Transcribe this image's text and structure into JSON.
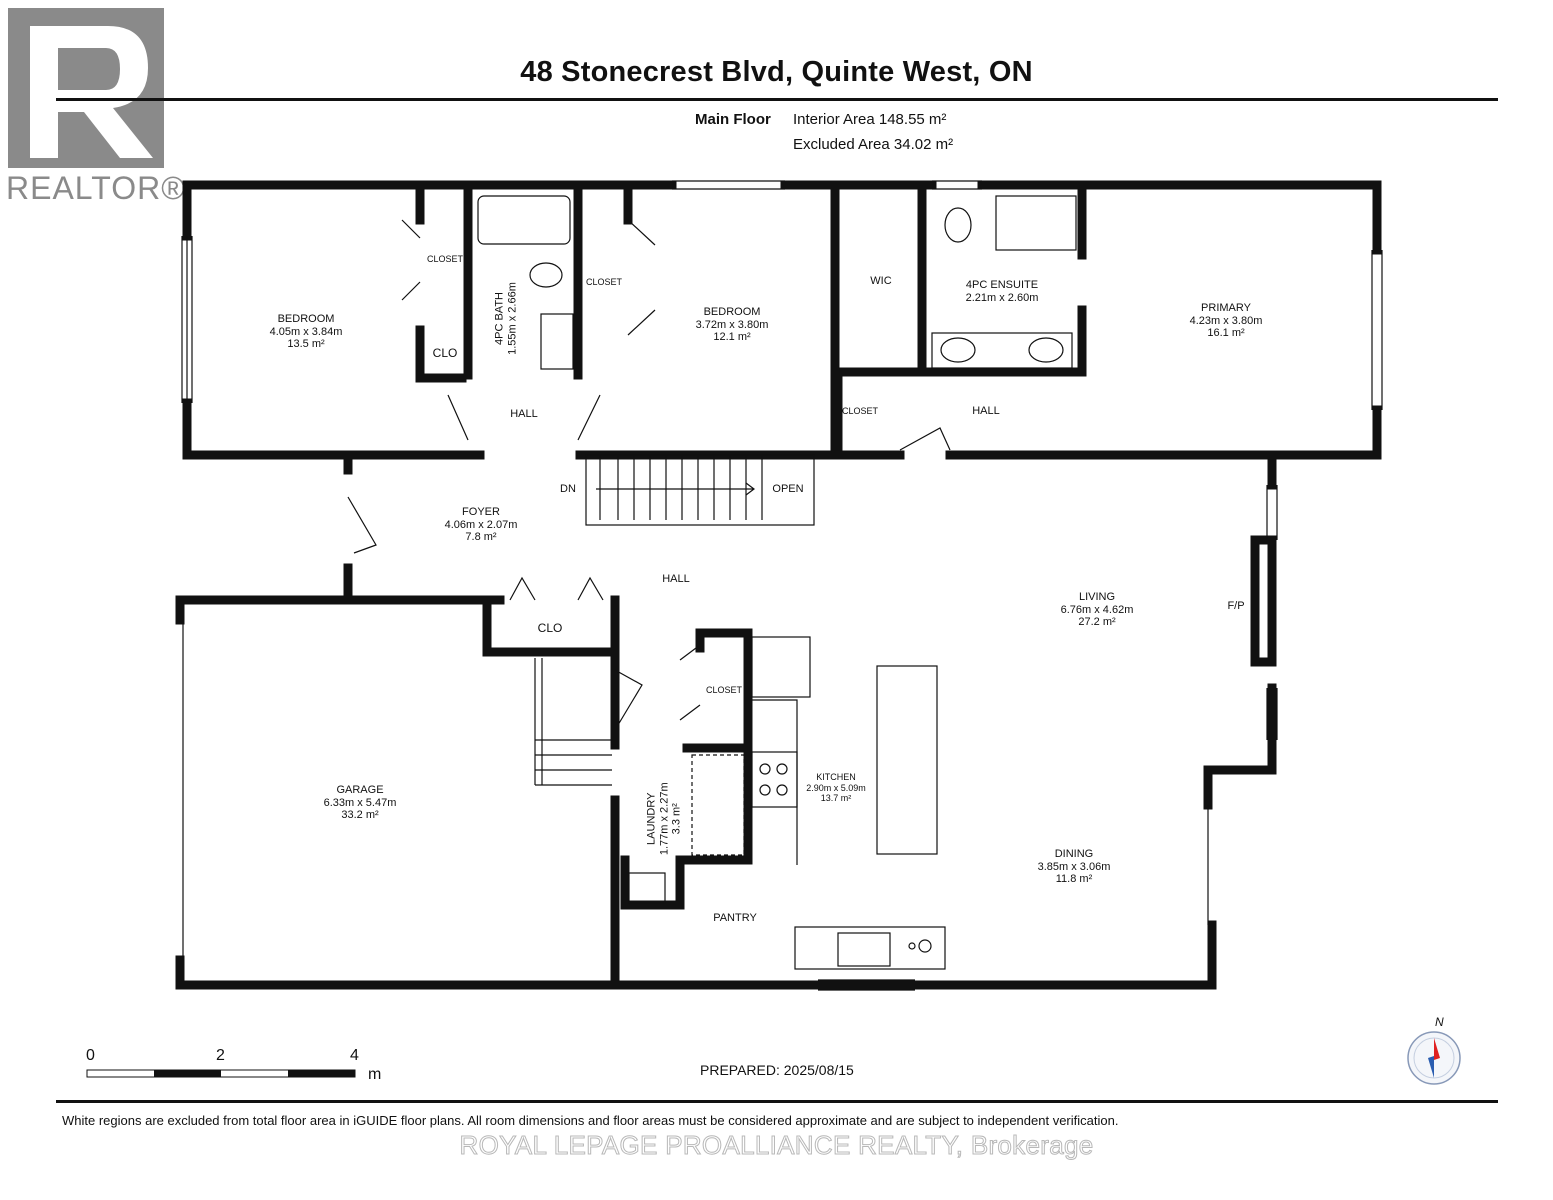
{
  "header": {
    "title": "48 Stonecrest Blvd, Quinte West, ON",
    "floor_name": "Main Floor",
    "interior_area": "Interior Area 148.55 m²",
    "excluded_area": "Excluded Area 34.02 m²"
  },
  "logo": {
    "word": "REALTOR®"
  },
  "rooms": {
    "bedroom1": {
      "name": "BEDROOM",
      "dims": "4.05m x 3.84m",
      "area": "13.5 m²"
    },
    "bath": {
      "name": "4PC BATH",
      "dims": "1.55m x 2.66m"
    },
    "bedroom2": {
      "name": "BEDROOM",
      "dims": "3.72m x 3.80m",
      "area": "12.1 m²"
    },
    "wic": {
      "name": "WIC"
    },
    "ensuite": {
      "name": "4PC ENSUITE",
      "dims": "2.21m x 2.60m"
    },
    "primary": {
      "name": "PRIMARY",
      "dims": "4.23m x 3.80m",
      "area": "16.1 m²"
    },
    "foyer": {
      "name": "FOYER",
      "dims": "4.06m x 2.07m",
      "area": "7.8 m²"
    },
    "living": {
      "name": "LIVING",
      "dims": "6.76m x 4.62m",
      "area": "27.2 m²"
    },
    "garage": {
      "name": "GARAGE",
      "dims": "6.33m x 5.47m",
      "area": "33.2 m²"
    },
    "laundry": {
      "name": "LAUNDRY",
      "dims": "1.77m x 2.27m",
      "area": "3.3 m²"
    },
    "kitchen": {
      "name": "KITCHEN",
      "dims": "2.90m x 5.09m",
      "area": "13.7 m²"
    },
    "dining": {
      "name": "DINING",
      "dims": "3.85m x 3.06m",
      "area": "11.8 m²"
    },
    "pantry": {
      "name": "PANTRY"
    }
  },
  "labels": {
    "closet": "CLOSET",
    "clo": "CLO",
    "hall": "HALL",
    "dn": "DN",
    "open": "OPEN",
    "fp": "F/P"
  },
  "scale": {
    "t0": "0",
    "t2": "2",
    "t4": "4",
    "unit": "m"
  },
  "compass": {
    "north": "N"
  },
  "footer": {
    "prepared": "PREPARED: 2025/08/15",
    "disclaimer": "White regions are excluded from total floor area in iGUIDE floor plans. All room dimensions and floor areas must be considered approximate and are subject to independent verification.",
    "brokerage": "ROYAL LEPAGE PROALLIANCE REALTY, Brokerage"
  },
  "colors": {
    "wall": "#111111",
    "logo_gray": "#8a8a8a",
    "compass_red": "#e02020",
    "compass_blue": "#2a5db0"
  }
}
